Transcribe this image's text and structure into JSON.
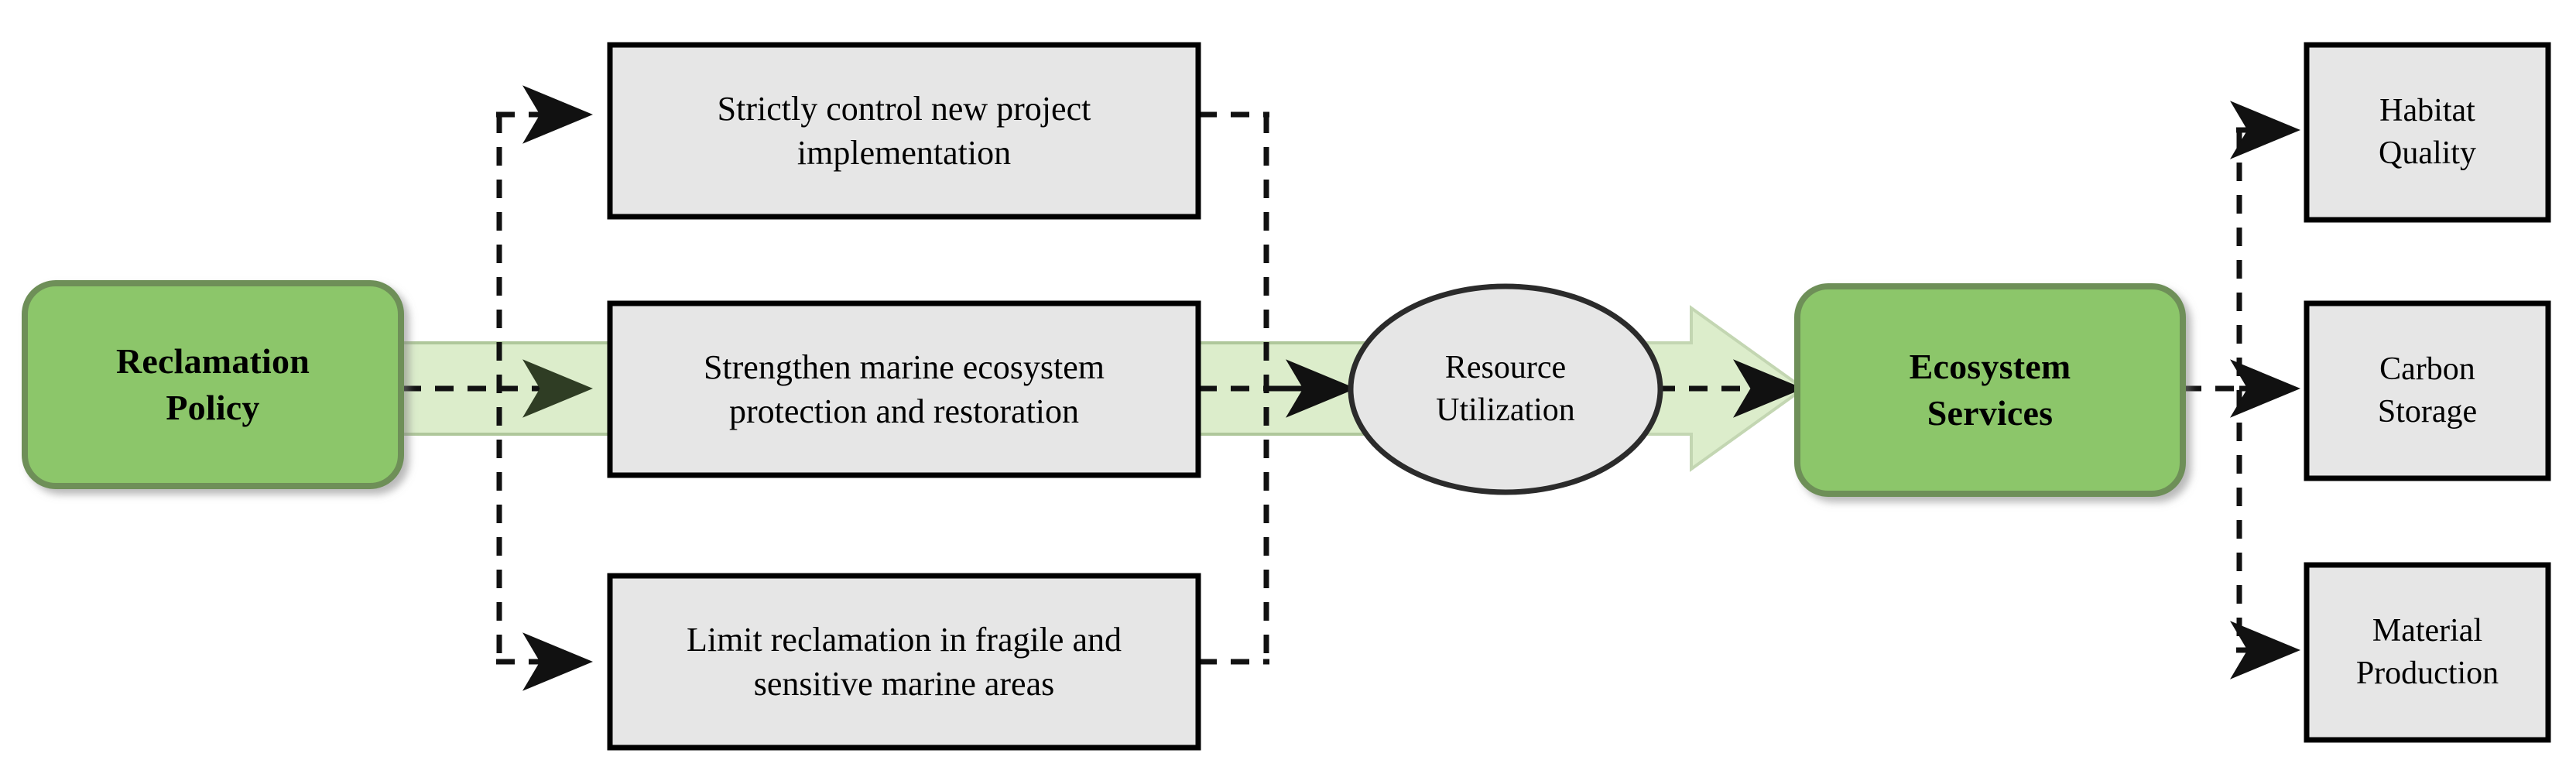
{
  "diagram": {
    "title": "Reclamation Policy to Ecosystem Services flow diagram",
    "colors": {
      "node_green_fill": "#8CC66A",
      "node_green_stroke": "#6E8F58",
      "node_gray_fill": "#E6E6E6",
      "node_gray_stroke": "#000000",
      "band_fill": "#DCEDCB",
      "band_stroke": "#AFC79B",
      "connector": "#000000",
      "background": "#FFFFFF"
    },
    "policy": {
      "label": "Reclamation\nPolicy",
      "shape": "rounded-rectangle"
    },
    "measures": [
      {
        "id": "measure-strict-control",
        "label": "Strictly control new project\nimplementation",
        "shape": "rectangle"
      },
      {
        "id": "measure-strengthen-protection",
        "label": "Strengthen marine ecosystem\nprotection and restoration",
        "shape": "rectangle"
      },
      {
        "id": "measure-limit-reclamation",
        "label": "Limit reclamation in fragile and\nsensitive marine areas",
        "shape": "rectangle"
      }
    ],
    "process": {
      "id": "process-resource-utilization",
      "label": "Resource\nUtilization",
      "shape": "ellipse"
    },
    "outcome": {
      "id": "outcome-ecosystem-services",
      "label": "Ecosystem\nServices",
      "shape": "rounded-rectangle"
    },
    "services": [
      {
        "id": "service-habitat-quality",
        "label": "Habitat\nQuality",
        "shape": "rectangle"
      },
      {
        "id": "service-carbon-storage",
        "label": "Carbon\nStorage",
        "shape": "rectangle"
      },
      {
        "id": "service-material-production",
        "label": "Material\nProduction",
        "shape": "rectangle"
      }
    ],
    "connectors": {
      "style": "dashed",
      "arrowhead": "filled-triangle",
      "band_arrow": "block-arrow"
    }
  }
}
